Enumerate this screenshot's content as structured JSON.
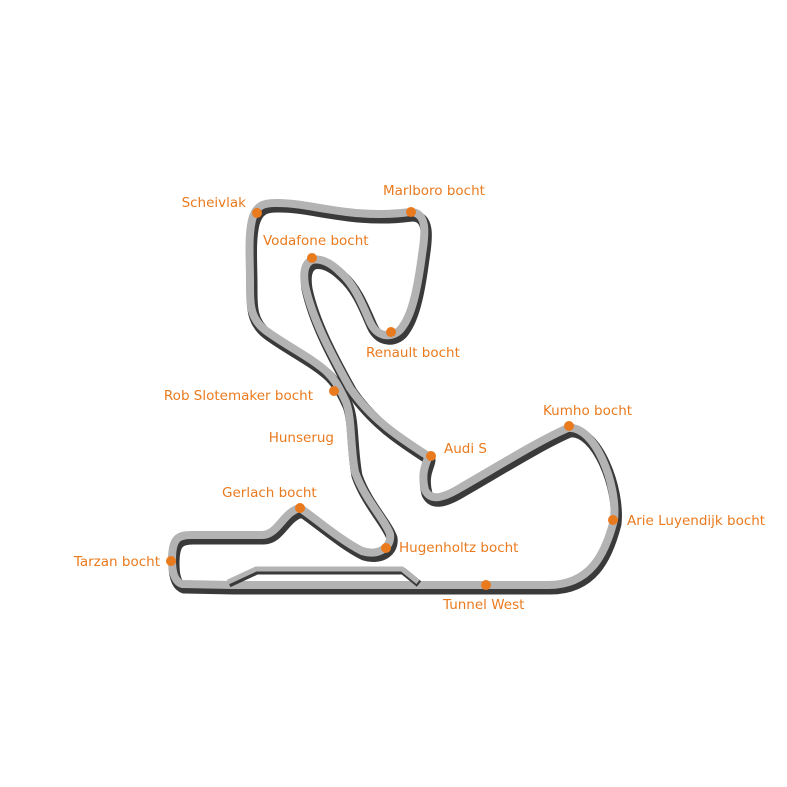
{
  "map": {
    "track_color": "#b3b3b3",
    "shadow_color": "#3a3a3a",
    "accent_color": "#ea7a1e",
    "background_color": "#ffffff"
  },
  "corners": [
    {
      "id": "scheivlak",
      "label": "Scheivlak"
    },
    {
      "id": "marlboro-bocht",
      "label": "Marlboro bocht"
    },
    {
      "id": "vodafone-bocht",
      "label": "Vodafone bocht"
    },
    {
      "id": "renault-bocht",
      "label": "Renault bocht"
    },
    {
      "id": "rob-slotemaker-bocht",
      "label": "Rob Slotemaker bocht"
    },
    {
      "id": "hunserug",
      "label": "Hunserug"
    },
    {
      "id": "audi-s",
      "label": "Audi S"
    },
    {
      "id": "kumho-bocht",
      "label": "Kumho bocht"
    },
    {
      "id": "gerlach-bocht",
      "label": "Gerlach bocht"
    },
    {
      "id": "arie-luyendijk-bocht",
      "label": "Arie Luyendijk bocht"
    },
    {
      "id": "tarzan-bocht",
      "label": "Tarzan bocht"
    },
    {
      "id": "hugenholtz-bocht",
      "label": "Hugenholtz bocht"
    },
    {
      "id": "tunnel-west",
      "label": "Tunnel West"
    }
  ]
}
